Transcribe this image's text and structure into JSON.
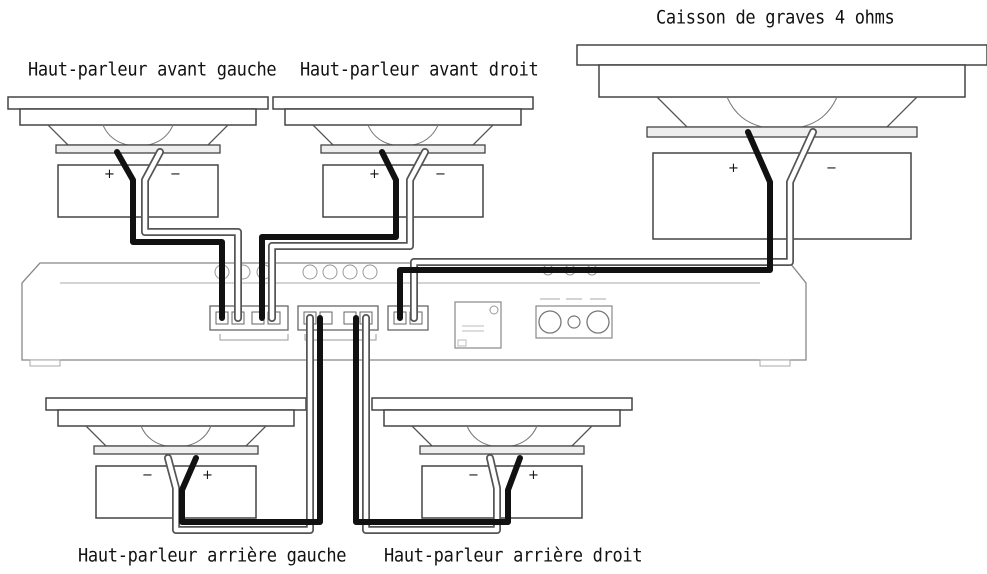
{
  "labels": {
    "front_left": "Haut-parleur avant gauche",
    "front_right": "Haut-parleur avant droit",
    "subwoofer": "Caisson de graves 4 ohms",
    "rear_left": "Haut-parleur arrière gauche",
    "rear_right": "Haut-parleur arrière droit"
  },
  "polarity": {
    "plus": "+",
    "minus": "−"
  },
  "colors": {
    "positive_wire": "#111111",
    "negative_wire": "#ffffff",
    "outline": "#555555"
  }
}
